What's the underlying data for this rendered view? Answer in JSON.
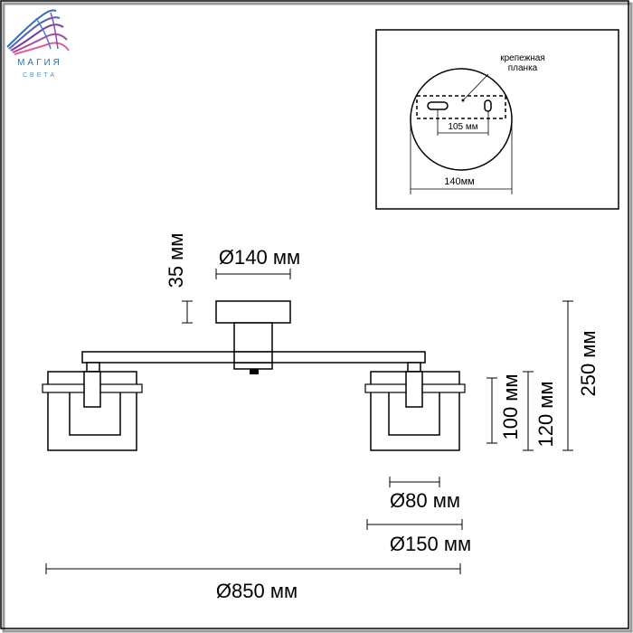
{
  "logo": {
    "brand_name": "МАГИЯ",
    "brand_sub": "СВЕТА"
  },
  "inset": {
    "bracket_label_line1": "крепежная",
    "bracket_label_line2": "планка",
    "dim_105": "105 мм",
    "dim_140": "140мм"
  },
  "dimensions": {
    "height_35": "35 мм",
    "diameter_140": "Ø140 мм",
    "height_250": "250 мм",
    "height_120": "120 мм",
    "height_100": "100 мм",
    "diameter_80": "Ø80 мм",
    "diameter_150": "Ø150 мм",
    "diameter_850": "Ø850 мм"
  },
  "colors": {
    "line": "#000000",
    "logo_blue": "#2f6fb0",
    "logo_purple": "#7a3fa0",
    "logo_pink": "#e0609a"
  }
}
